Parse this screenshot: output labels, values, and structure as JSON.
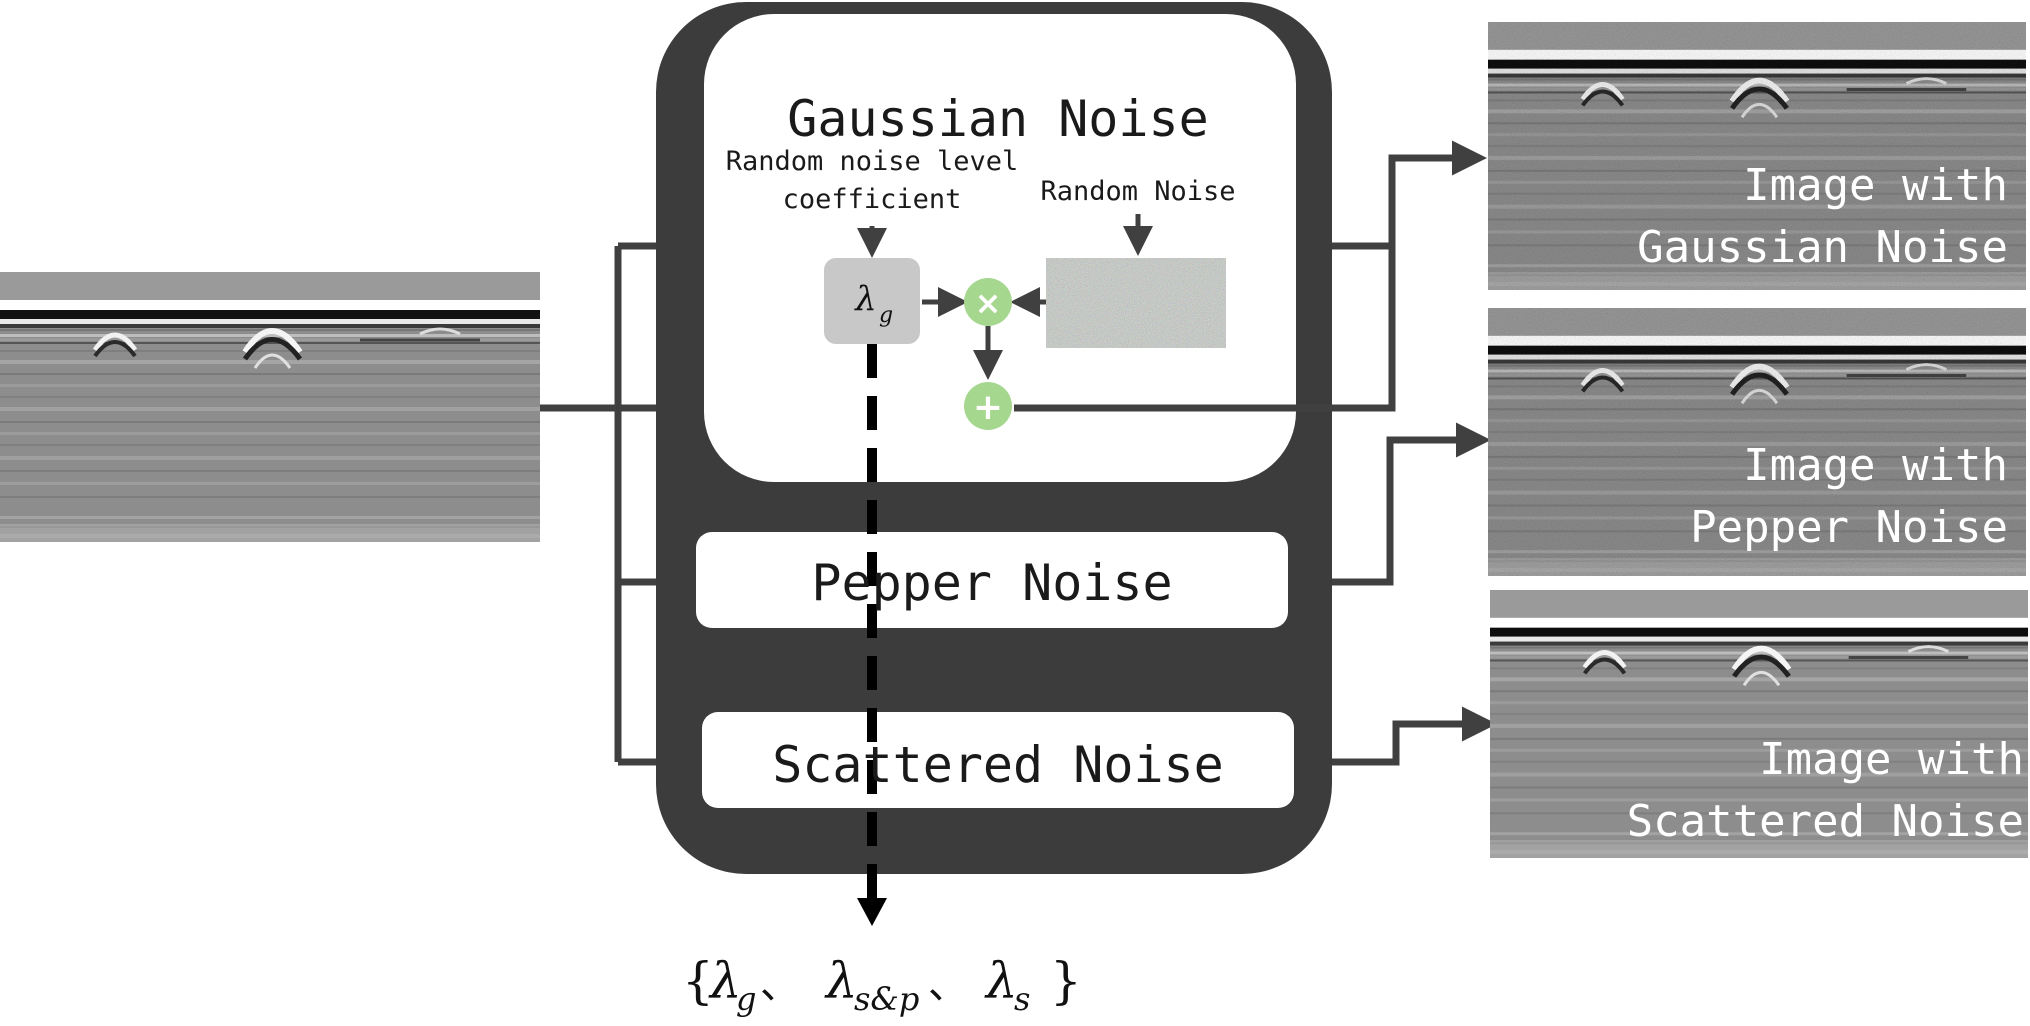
{
  "gaussian": {
    "title": "Gaussian Noise",
    "coeff_label_line1": "Random noise level",
    "coeff_label_line2": "coefficient",
    "random_noise_label": "Random Noise",
    "lambda_symbol": "λ",
    "lambda_sub": "g",
    "multiply_symbol": "×",
    "add_symbol": "+"
  },
  "pepper": {
    "title": "Pepper Noise"
  },
  "scattered": {
    "title": "Scattered Noise"
  },
  "outputs": {
    "gaussian": {
      "line1": "Image with",
      "line2": "Gaussian Noise"
    },
    "pepper": {
      "line1": "Image with",
      "line2": "Pepper Noise"
    },
    "scattered": {
      "line1": "Image with",
      "line2": "Scattered Noise"
    }
  },
  "bottom_set": {
    "open": "{",
    "l1": "λ",
    "l1_sub": "g",
    "sep1": "、",
    "l2": "λ",
    "l2_sub": "s&p",
    "sep2": "、",
    "l3": "λ",
    "l3_sub": "s",
    "close": "}"
  },
  "colors": {
    "dark_frame": "#3c3c3c",
    "connector": "#404040",
    "op_circle": "#a6d78e",
    "lambda_box": "#c8c8c8",
    "radar_bg": "#8e8e8e"
  }
}
